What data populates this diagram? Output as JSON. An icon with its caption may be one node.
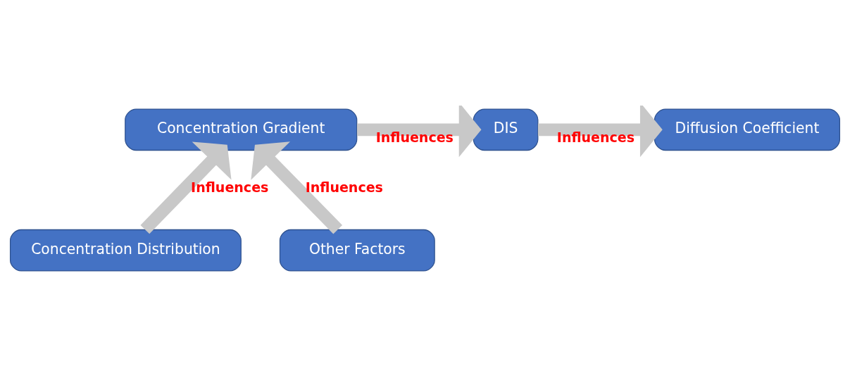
{
  "diagram": {
    "nodes": [
      {
        "text": [
          "Concentration Gradient"
        ]
      },
      {
        "text": [
          "DIS"
        ]
      },
      {
        "text": [
          "Diffusion Coefficient"
        ]
      },
      {
        "text": [
          "Concentration Distribution"
        ]
      },
      {
        "text": [
          "Other Factors"
        ]
      }
    ],
    "edges": [
      {
        "from": 0,
        "to": 1,
        "arrow": "to",
        "label": "Influences"
      },
      {
        "from": 1,
        "to": 2,
        "arrow": "to",
        "label": "Influences"
      },
      {
        "from": 3,
        "to": 0,
        "arrow": "to",
        "label": "Influences"
      },
      {
        "from": 4,
        "to": 0,
        "arrow": "to",
        "label": "Influences"
      }
    ]
  }
}
